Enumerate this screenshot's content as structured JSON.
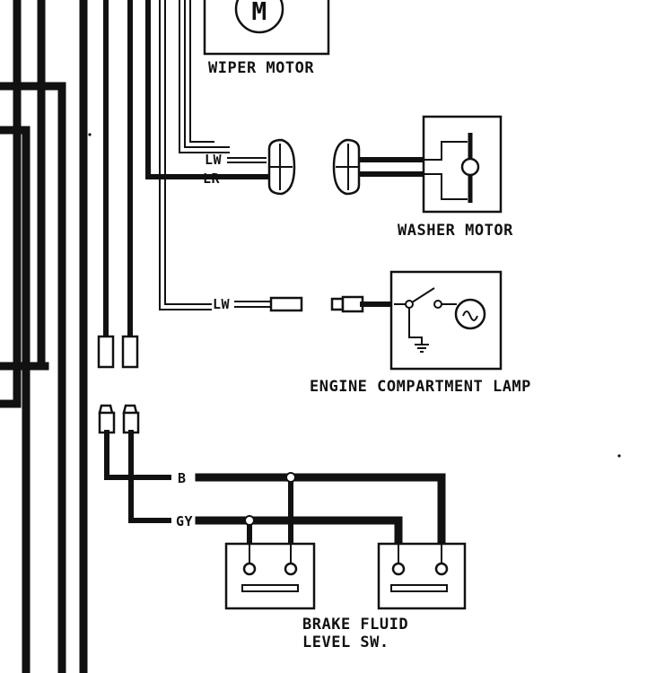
{
  "labels": {
    "wiper_motor": "WIPER MOTOR",
    "motor_symbol": "M",
    "washer_motor": "WASHER MOTOR",
    "engine_compartment_lamp": "ENGINE COMPARTMENT LAMP",
    "brake_fluid_line1": "BRAKE FLUID",
    "brake_fluid_line2": "LEVEL SW."
  },
  "wire_codes": {
    "lw_upper": "LW",
    "lr": "LR",
    "lw_lamp": "LW",
    "b": "B",
    "gy": "GY"
  },
  "colors": {
    "ink": "#111111",
    "paper": "#ffffff"
  }
}
